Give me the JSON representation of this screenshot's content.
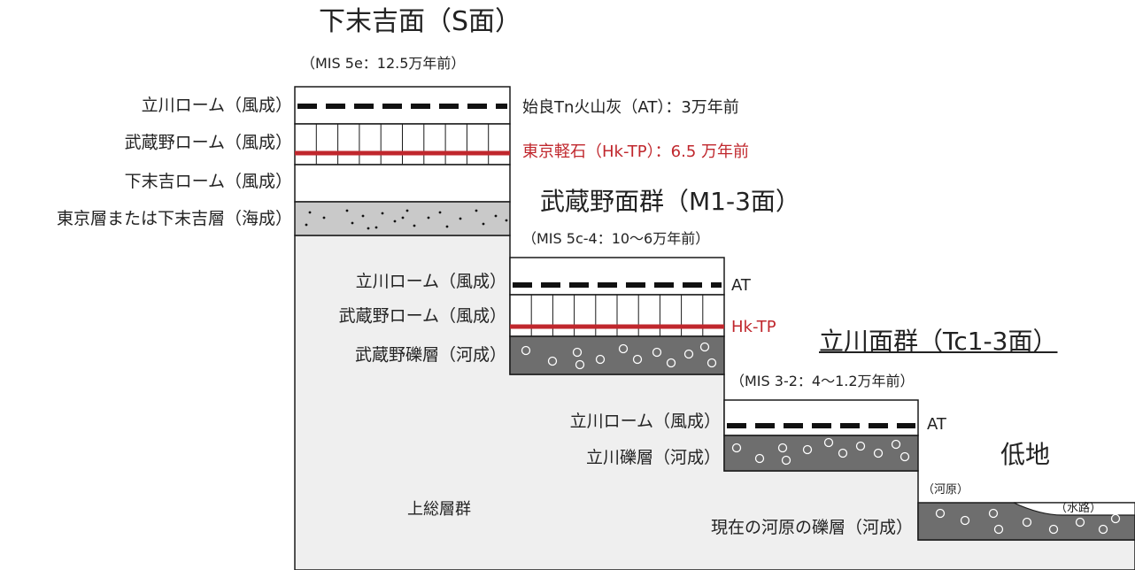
{
  "colors": {
    "red": "#c0272d",
    "sand": "#c9c9c9",
    "gravel": "#6e6e6e",
    "base": "#efefef",
    "ink": "#1a1a1a"
  },
  "surfaces": {
    "s": {
      "title": "下末吉面（S面）",
      "age": "（MIS 5e：12.5万年前）"
    },
    "m": {
      "title": "武蔵野面群（M1-3面）",
      "age": "（MIS 5c-4：10〜6万年前）"
    },
    "tc": {
      "title": "立川面群（Tc1-3面）",
      "age": "（MIS 3-2：4〜1.2万年前）"
    },
    "lowland": {
      "title": "低地"
    }
  },
  "layers": {
    "s": [
      "立川ローム（風成）",
      "武蔵野ローム（風成）",
      "下末吉ローム（風成）",
      "東京層または下末吉層（海成）"
    ],
    "m": [
      "立川ローム（風成）",
      "武蔵野ローム（風成）",
      "武蔵野礫層（河成）"
    ],
    "tc": [
      "立川ローム（風成）",
      "立川礫層（河成）"
    ],
    "lowland": [
      "現在の河原の礫層（河成）"
    ]
  },
  "markers": {
    "at_full": "始良Tn火山灰（AT）：3万年前",
    "hk_full": "東京軽石（Hk-TP）：6.5 万年前",
    "at_short": "AT",
    "hk_short": "Hk-TP"
  },
  "base_label": "上総層群",
  "river": {
    "floodplain": "（河原）",
    "channel": "（水路）"
  }
}
